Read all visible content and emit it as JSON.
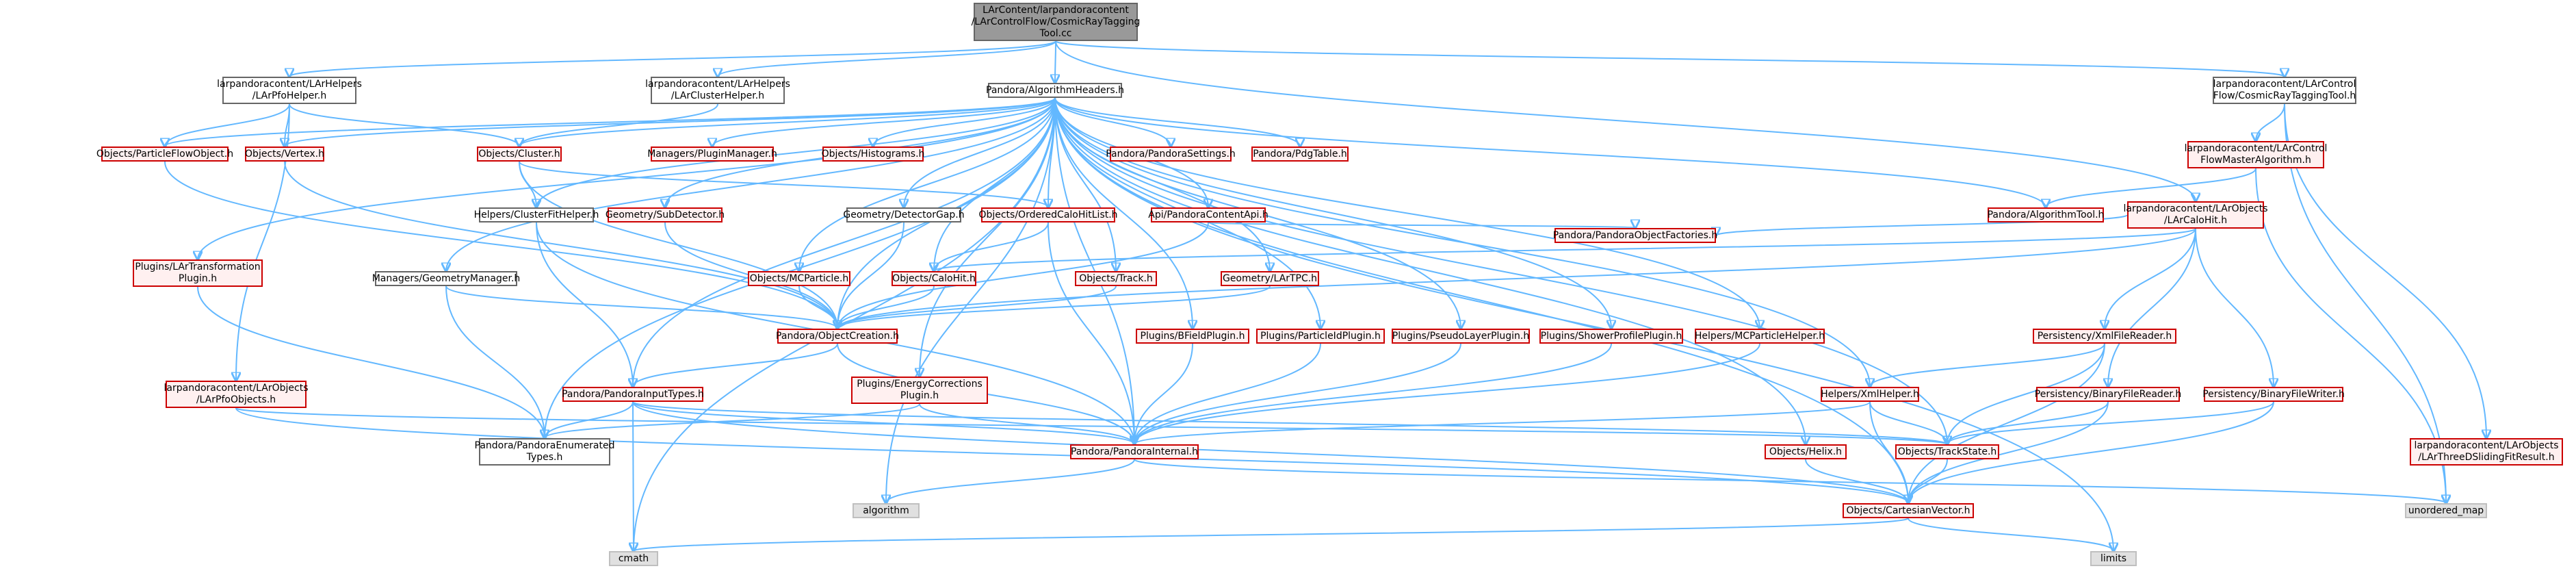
{
  "colors": {
    "edge": "#63b8ff",
    "red_border": "#cc0000",
    "red_fill": "#fff0f0",
    "grey_fill": "#e0e0e0",
    "root_fill": "#999999"
  },
  "nodes": [
    {
      "id": "root",
      "label": "LArContent/larpandoracontent\n/LArControlFlow/CosmicRayTagging\nTool.cc",
      "style": "root"
    },
    {
      "id": "pfoHelper",
      "label": "larpandoracontent/LArHelpers\n/LArPfoHelper.h",
      "style": "normal"
    },
    {
      "id": "clusterHelperLAr",
      "label": "larpandoracontent/LArHelpers\n/LArClusterHelper.h",
      "style": "normal"
    },
    {
      "id": "algHeaders",
      "label": "Pandora/AlgorithmHeaders.h",
      "style": "normal"
    },
    {
      "id": "crtTool",
      "label": "larpandoracontent/LArControl\nFlow/CosmicRayTaggingTool.h",
      "style": "normal"
    },
    {
      "id": "pfoObject",
      "label": "Objects/ParticleFlowObject.h",
      "style": "red"
    },
    {
      "id": "vertex",
      "label": "Objects/Vertex.h",
      "style": "red"
    },
    {
      "id": "cluster",
      "label": "Objects/Cluster.h",
      "style": "red"
    },
    {
      "id": "pluginMgr",
      "label": "Managers/PluginManager.h",
      "style": "red"
    },
    {
      "id": "histograms",
      "label": "Objects/Histograms.h",
      "style": "red"
    },
    {
      "id": "pandoraSettings",
      "label": "Pandora/PandoraSettings.h",
      "style": "red"
    },
    {
      "id": "pdgTable",
      "label": "Pandora/PdgTable.h",
      "style": "red"
    },
    {
      "id": "masterAlg",
      "label": "larpandoracontent/LArControl\nFlowMasterAlgorithm.h",
      "style": "red"
    },
    {
      "id": "algTool",
      "label": "Pandora/AlgorithmTool.h",
      "style": "red"
    },
    {
      "id": "caloHitLAr",
      "label": "larpandoracontent/LArObjects\n/LArCaloHit.h",
      "style": "red"
    },
    {
      "id": "clusterFitHelper",
      "label": "Helpers/ClusterFitHelper.h",
      "style": "normal"
    },
    {
      "id": "subDetector",
      "label": "Geometry/SubDetector.h",
      "style": "red"
    },
    {
      "id": "detectorGap",
      "label": "Geometry/DetectorGap.h",
      "style": "normal"
    },
    {
      "id": "orderedCaloHitList",
      "label": "Objects/OrderedCaloHitList.h",
      "style": "red"
    },
    {
      "id": "contentApi",
      "label": "Api/PandoraContentApi.h",
      "style": "red"
    },
    {
      "id": "objectFactories",
      "label": "Pandora/PandoraObjectFactories.h",
      "style": "red"
    },
    {
      "id": "larTransformation",
      "label": "Plugins/LArTransformation\nPlugin.h",
      "style": "red"
    },
    {
      "id": "geometryManager",
      "label": "Managers/GeometryManager.h",
      "style": "normal"
    },
    {
      "id": "mcParticle",
      "label": "Objects/MCParticle.h",
      "style": "red"
    },
    {
      "id": "caloHit",
      "label": "Objects/CaloHit.h",
      "style": "red"
    },
    {
      "id": "track",
      "label": "Objects/Track.h",
      "style": "red"
    },
    {
      "id": "larTPC",
      "label": "Geometry/LArTPC.h",
      "style": "red"
    },
    {
      "id": "objectCreation",
      "label": "Pandora/ObjectCreation.h",
      "style": "red"
    },
    {
      "id": "bFieldPlugin",
      "label": "Plugins/BFieldPlugin.h",
      "style": "red"
    },
    {
      "id": "particleIdPlugin",
      "label": "Plugins/ParticleIdPlugin.h",
      "style": "red"
    },
    {
      "id": "pseudoLayerPlugin",
      "label": "Plugins/PseudoLayerPlugin.h",
      "style": "red"
    },
    {
      "id": "showerProfilePlugin",
      "label": "Plugins/ShowerProfilePlugin.h",
      "style": "red"
    },
    {
      "id": "mcParticleHelper",
      "label": "Helpers/MCParticleHelper.h",
      "style": "red"
    },
    {
      "id": "xmlFileReader",
      "label": "Persistency/XmlFileReader.h",
      "style": "red"
    },
    {
      "id": "pfoObjectsLAr",
      "label": "larpandoracontent/LArObjects\n/LArPfoObjects.h",
      "style": "red"
    },
    {
      "id": "inputTypes",
      "label": "Pandora/PandoraInputTypes.h",
      "style": "red"
    },
    {
      "id": "energyCorrections",
      "label": "Plugins/EnergyCorrections\nPlugin.h",
      "style": "red"
    },
    {
      "id": "xmlHelper",
      "label": "Helpers/XmlHelper.h",
      "style": "red"
    },
    {
      "id": "binaryFileReader",
      "label": "Persistency/BinaryFileReader.h",
      "style": "red"
    },
    {
      "id": "binaryFileWriter",
      "label": "Persistency/BinaryFileWriter.h",
      "style": "red"
    },
    {
      "id": "enumeratedTypes",
      "label": "Pandora/PandoraEnumerated\nTypes.h",
      "style": "normal"
    },
    {
      "id": "pandoraInternal",
      "label": "Pandora/PandoraInternal.h",
      "style": "red"
    },
    {
      "id": "helix",
      "label": "Objects/Helix.h",
      "style": "red"
    },
    {
      "id": "trackState",
      "label": "Objects/TrackState.h",
      "style": "red"
    },
    {
      "id": "slidingFit",
      "label": "larpandoracontent/LArObjects\n/LArThreeDSlidingFitResult.h",
      "style": "red"
    },
    {
      "id": "algorithm",
      "label": "algorithm",
      "style": "grey"
    },
    {
      "id": "cartesianVector",
      "label": "Objects/CartesianVector.h",
      "style": "red"
    },
    {
      "id": "unorderedMap",
      "label": "unordered_map",
      "style": "grey"
    },
    {
      "id": "cmath",
      "label": "cmath",
      "style": "grey"
    },
    {
      "id": "limits",
      "label": "limits",
      "style": "grey"
    }
  ]
}
